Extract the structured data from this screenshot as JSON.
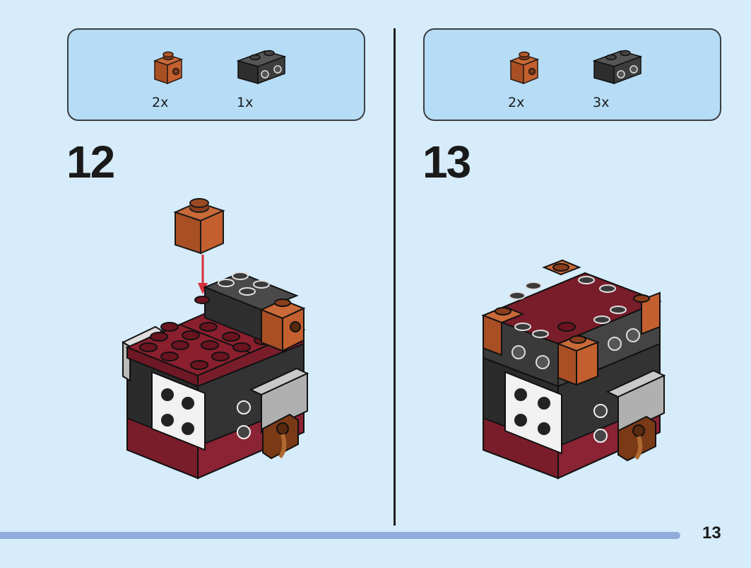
{
  "steps": [
    {
      "number": "12",
      "parts": [
        {
          "qty": "2x",
          "icon": "brick-1x1-brown-icon",
          "color": "#b4592c"
        },
        {
          "qty": "1x",
          "icon": "brick-1x2-black-icon",
          "color": "#3a3a3a"
        }
      ]
    },
    {
      "number": "13",
      "parts": [
        {
          "qty": "2x",
          "icon": "brick-1x1-brown-icon",
          "color": "#b4592c"
        },
        {
          "qty": "3x",
          "icon": "brick-1x2-black-icon",
          "color": "#3a3a3a"
        }
      ]
    }
  ],
  "page_number": "13",
  "colors": {
    "background": "#d6ecfb",
    "parts_box": "#b6dcf6",
    "dark_red": "#7a1d2a",
    "brown": "#b4592c",
    "black_brick": "#3a3a3a",
    "arrow": "#d6303a",
    "footer_bar": "#8facdb"
  }
}
